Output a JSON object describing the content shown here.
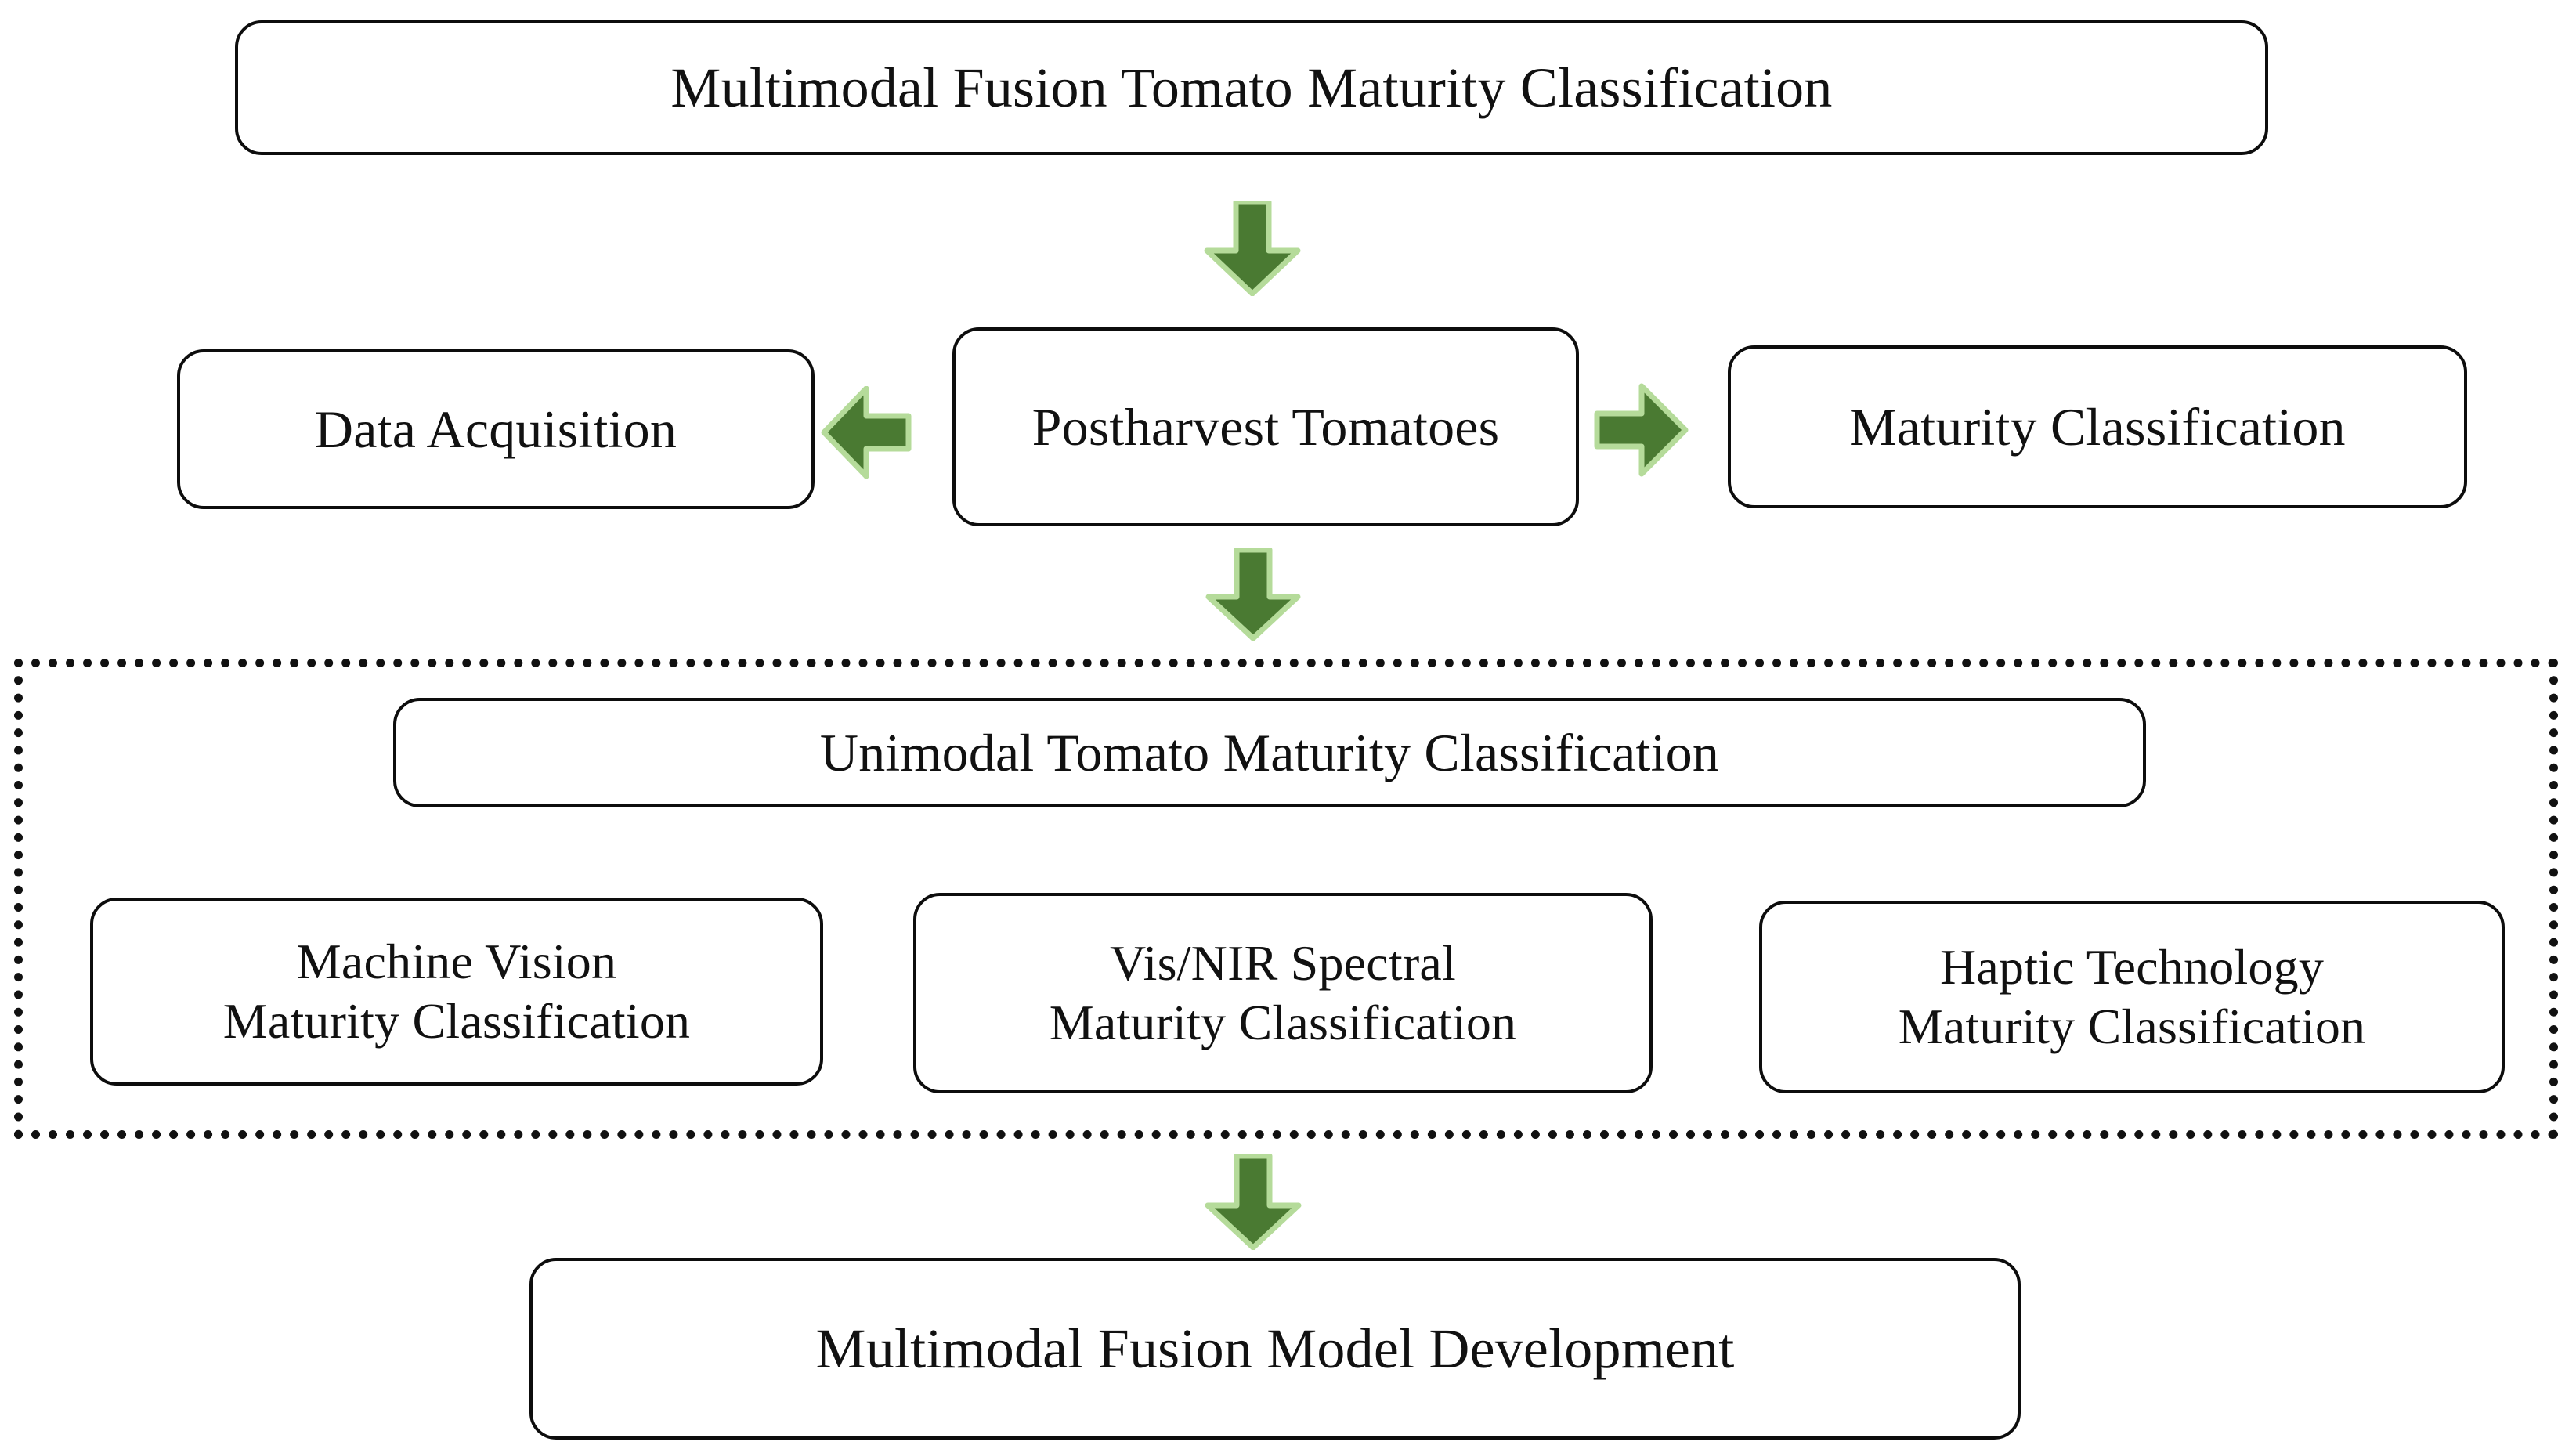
{
  "diagram": {
    "title": "Multimodal Fusion Tomato Maturity Classification",
    "accent_green_fill": "#4A7A32",
    "accent_green_outline": "#B5DB9A",
    "node_border_color": "#0D0D0D",
    "background_color": "#FFFFFF"
  },
  "nodes": {
    "root": {
      "label": "Multimodal Fusion Tomato Maturity Classification"
    },
    "center": {
      "label": "Postharvest Tomatoes"
    },
    "left": {
      "label": "Data Acquisition"
    },
    "right": {
      "label": "Maturity Classification"
    },
    "unimodal": {
      "label": "Unimodal Tomato Maturity Classification"
    },
    "machine_vision": {
      "label": "Machine Vision\nMaturity Classification"
    },
    "vis_nir": {
      "label": "Vis/NIR Spectral\nMaturity Classification"
    },
    "haptic": {
      "label": "Haptic Technology\nMaturity Classification"
    },
    "fusion": {
      "label": "Multimodal Fusion Model Development"
    }
  },
  "arrows": {
    "root_to_center": {
      "direction": "down"
    },
    "center_to_left": {
      "direction": "left"
    },
    "center_to_right": {
      "direction": "right"
    },
    "center_to_unimodal_group": {
      "direction": "down"
    },
    "group_to_fusion": {
      "direction": "down"
    }
  }
}
